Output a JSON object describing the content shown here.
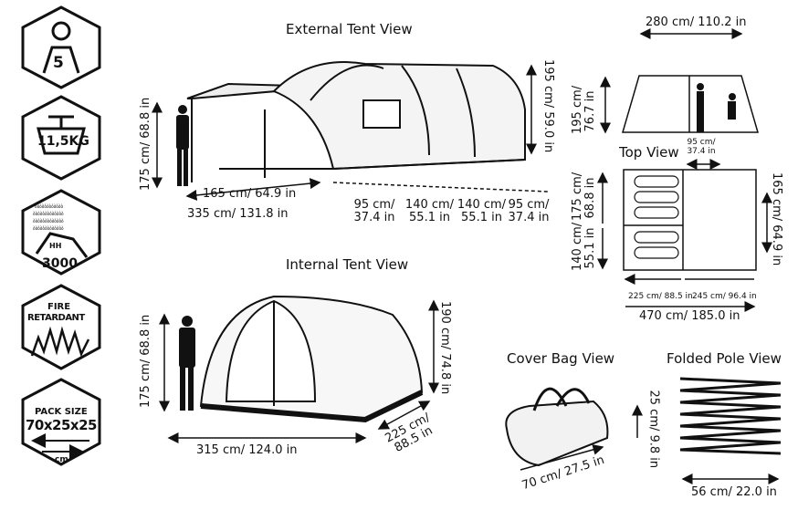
{
  "icons": {
    "capacity": {
      "value": "5"
    },
    "weight": {
      "value": "11,5KG"
    },
    "waterproof": {
      "label": "HH",
      "value": "3000"
    },
    "fire": {
      "line1": "FIRE",
      "line2": "RETARDANT"
    },
    "pack": {
      "title": "PACK SIZE",
      "value": "70x25x25",
      "unit": "cm"
    }
  },
  "external": {
    "title": "External Tent View",
    "person_height": "175 cm/ 68.8 in",
    "awning_depth": "165 cm/ 64.9 in",
    "awning_width": "335 cm/ 131.8 in",
    "height": "195 cm/ 59.0 in",
    "segments": [
      {
        "l1": "95 cm/",
        "l2": "37.4 in"
      },
      {
        "l1": "140 cm/",
        "l2": "55.1 in"
      },
      {
        "l1": "140 cm/",
        "l2": "55.1 in"
      },
      {
        "l1": "95 cm/",
        "l2": "37.4 in"
      }
    ]
  },
  "internal": {
    "title": "Internal Tent View",
    "person_height": "175 cm/ 68.8 in",
    "height": "190 cm/ 74.8 in",
    "length": "315 cm/ 124.0 in",
    "width_l1": "225 cm/",
    "width_l2": "88.5 in"
  },
  "side": {
    "width": "280 cm/ 110.2 in",
    "height_l1": "195 cm/",
    "height_l2": "76.7 in"
  },
  "top": {
    "title": "Top View",
    "door_l1": "95 cm/",
    "door_l2": "37.4 in",
    "room1_l1": "175 cm/",
    "room1_l2": "68.8 in",
    "room2_l1": "140 cm/",
    "room2_l2": "55.1 in",
    "side_depth": "165 cm/ 64.9 in",
    "bedroom_len": "225 cm/ 88.5 in",
    "living_len": "245 cm/ 96.4 in",
    "total_len": "470 cm/ 185.0 in"
  },
  "bag": {
    "title": "Cover Bag View",
    "height": "25 cm/ 9.8 in",
    "length": "70 cm/ 27.5 in"
  },
  "poles": {
    "title": "Folded Pole View",
    "length": "56 cm/ 22.0 in"
  }
}
